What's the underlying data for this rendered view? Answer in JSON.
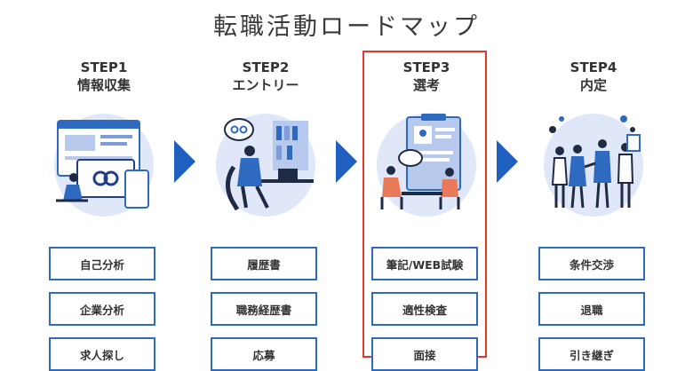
{
  "title": "転職活動ロードマップ",
  "colors": {
    "accent": "#2e6bc0",
    "highlight": "#e23a2a",
    "illustration_bg": "#dfe7f8"
  },
  "steps": [
    {
      "number": "STEP1",
      "name": "情報収集",
      "items": [
        "自己分析",
        "企業分析",
        "求人探し"
      ]
    },
    {
      "number": "STEP2",
      "name": "エントリー",
      "items": [
        "履歴書",
        "職務経歴書",
        "応募"
      ]
    },
    {
      "number": "STEP3",
      "name": "選考",
      "items": [
        "筆記/WEB試験",
        "適性検査",
        "面接"
      ],
      "highlighted": true
    },
    {
      "number": "STEP4",
      "name": "内定",
      "items": [
        "条件交渉",
        "退職",
        "引き継ぎ"
      ]
    }
  ]
}
